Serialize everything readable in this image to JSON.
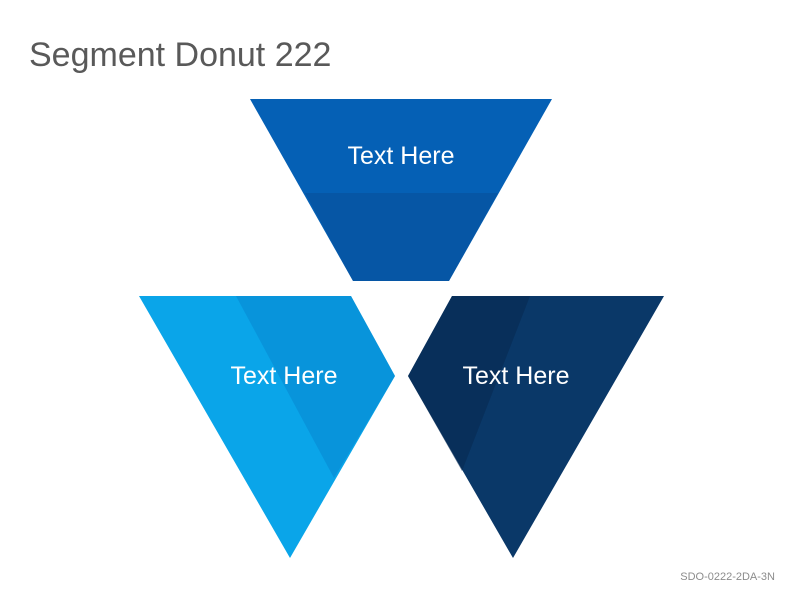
{
  "slide": {
    "title": "Segment Donut 222",
    "code": "SDO-0222-2DA-3N"
  },
  "segments": [
    {
      "label": "Text Here",
      "color": "#0560b5",
      "shade": "#074f97"
    },
    {
      "label": "Text Here",
      "color": "#0aa5e9",
      "shade": "#0786cf"
    },
    {
      "label": "Text Here",
      "color": "#0a3868",
      "shade": "#062a52"
    }
  ]
}
